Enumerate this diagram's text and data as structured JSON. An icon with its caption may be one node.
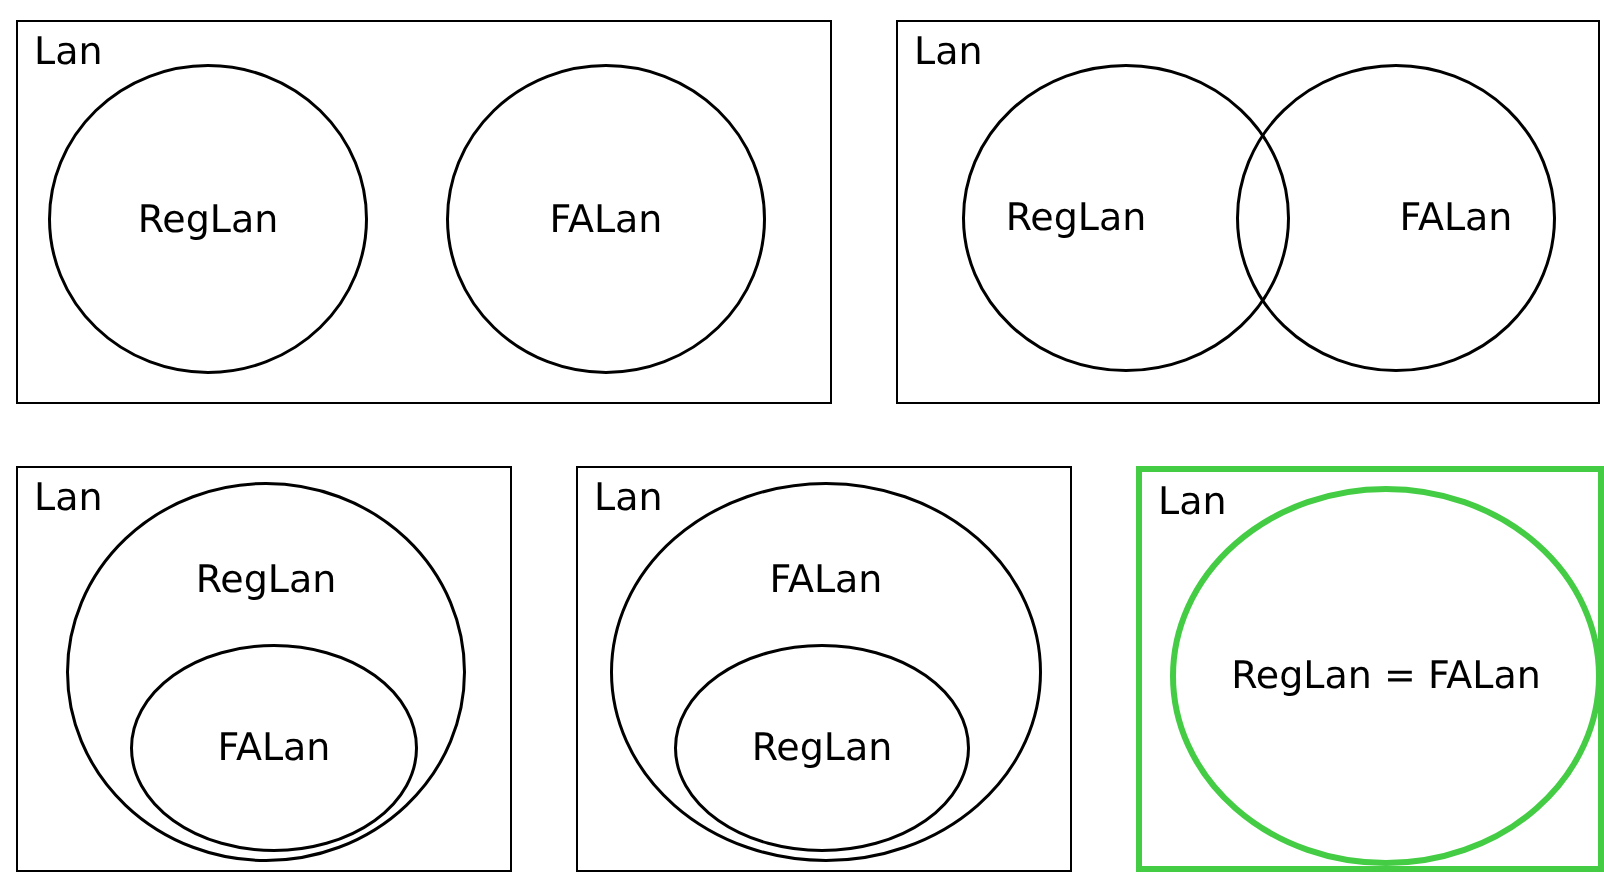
{
  "diagram": {
    "nodes": [
      {
        "text": [
          "Lan"
        ]
      },
      {
        "text": [
          "RegLan"
        ],
        "in": 0
      },
      {
        "text": [
          "FALan"
        ],
        "in": 0
      },
      {
        "text": [
          "Lan"
        ]
      },
      {
        "text": [
          "RegLan"
        ],
        "in": 3
      },
      {
        "text": [
          "FALan"
        ],
        "in": 3
      },
      {
        "text": [
          "Lan"
        ]
      },
      {
        "text": [
          "RegLan"
        ],
        "in": 6
      },
      {
        "text": [
          "FALan"
        ],
        "in": 7
      },
      {
        "text": [
          "Lan"
        ]
      },
      {
        "text": [
          "FALan"
        ],
        "in": 9
      },
      {
        "text": [
          "RegLan"
        ],
        "in": 10
      },
      {
        "text": [
          "Lan"
        ]
      },
      {
        "text": [
          "RegLan = FALan"
        ],
        "in": 12
      }
    ]
  }
}
